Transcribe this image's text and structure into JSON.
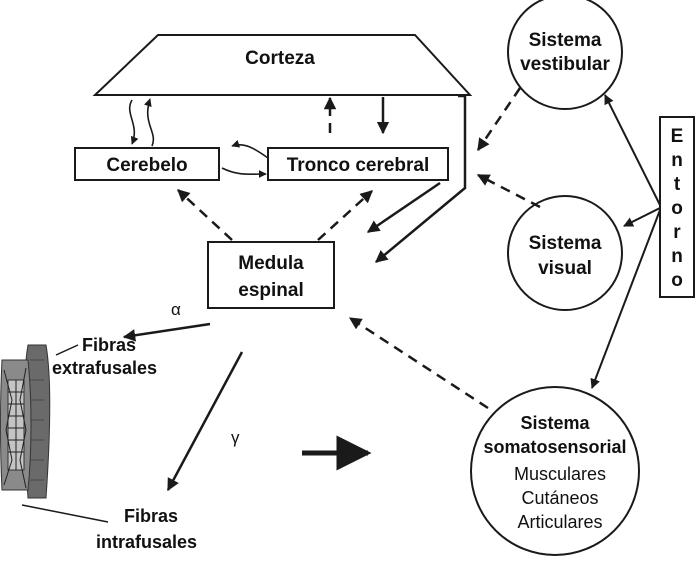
{
  "nodes": {
    "corteza": "Corteza",
    "cerebelo": "Cerebelo",
    "tronco": "Tronco cerebral",
    "medula_line1": "Medula",
    "medula_line2": "espinal",
    "vestibular_line1": "Sistema",
    "vestibular_line2": "vestibular",
    "visual_line1": "Sistema",
    "visual_line2": "visual",
    "somato_line1": "Sistema",
    "somato_line2": "somatosensorial",
    "somato_item1": "Musculares",
    "somato_item2": "Cutáneos",
    "somato_item3": "Articulares",
    "entorno_letters": [
      "E",
      "n",
      "t",
      "o",
      "r",
      "n",
      "o"
    ],
    "extrafusales_line1": "Fibras",
    "extrafusales_line2": "extrafusales",
    "intrafusales_line1": "Fibras",
    "intrafusales_line2": "intrafusales"
  },
  "symbols": {
    "alpha": "α",
    "gamma": "γ"
  },
  "colors": {
    "stroke": "#1a1a1a",
    "muscle_dark": "#555555",
    "muscle_light": "#b8b8b8"
  },
  "icons": {
    "muscle": "muscle-fiber-illustration"
  }
}
